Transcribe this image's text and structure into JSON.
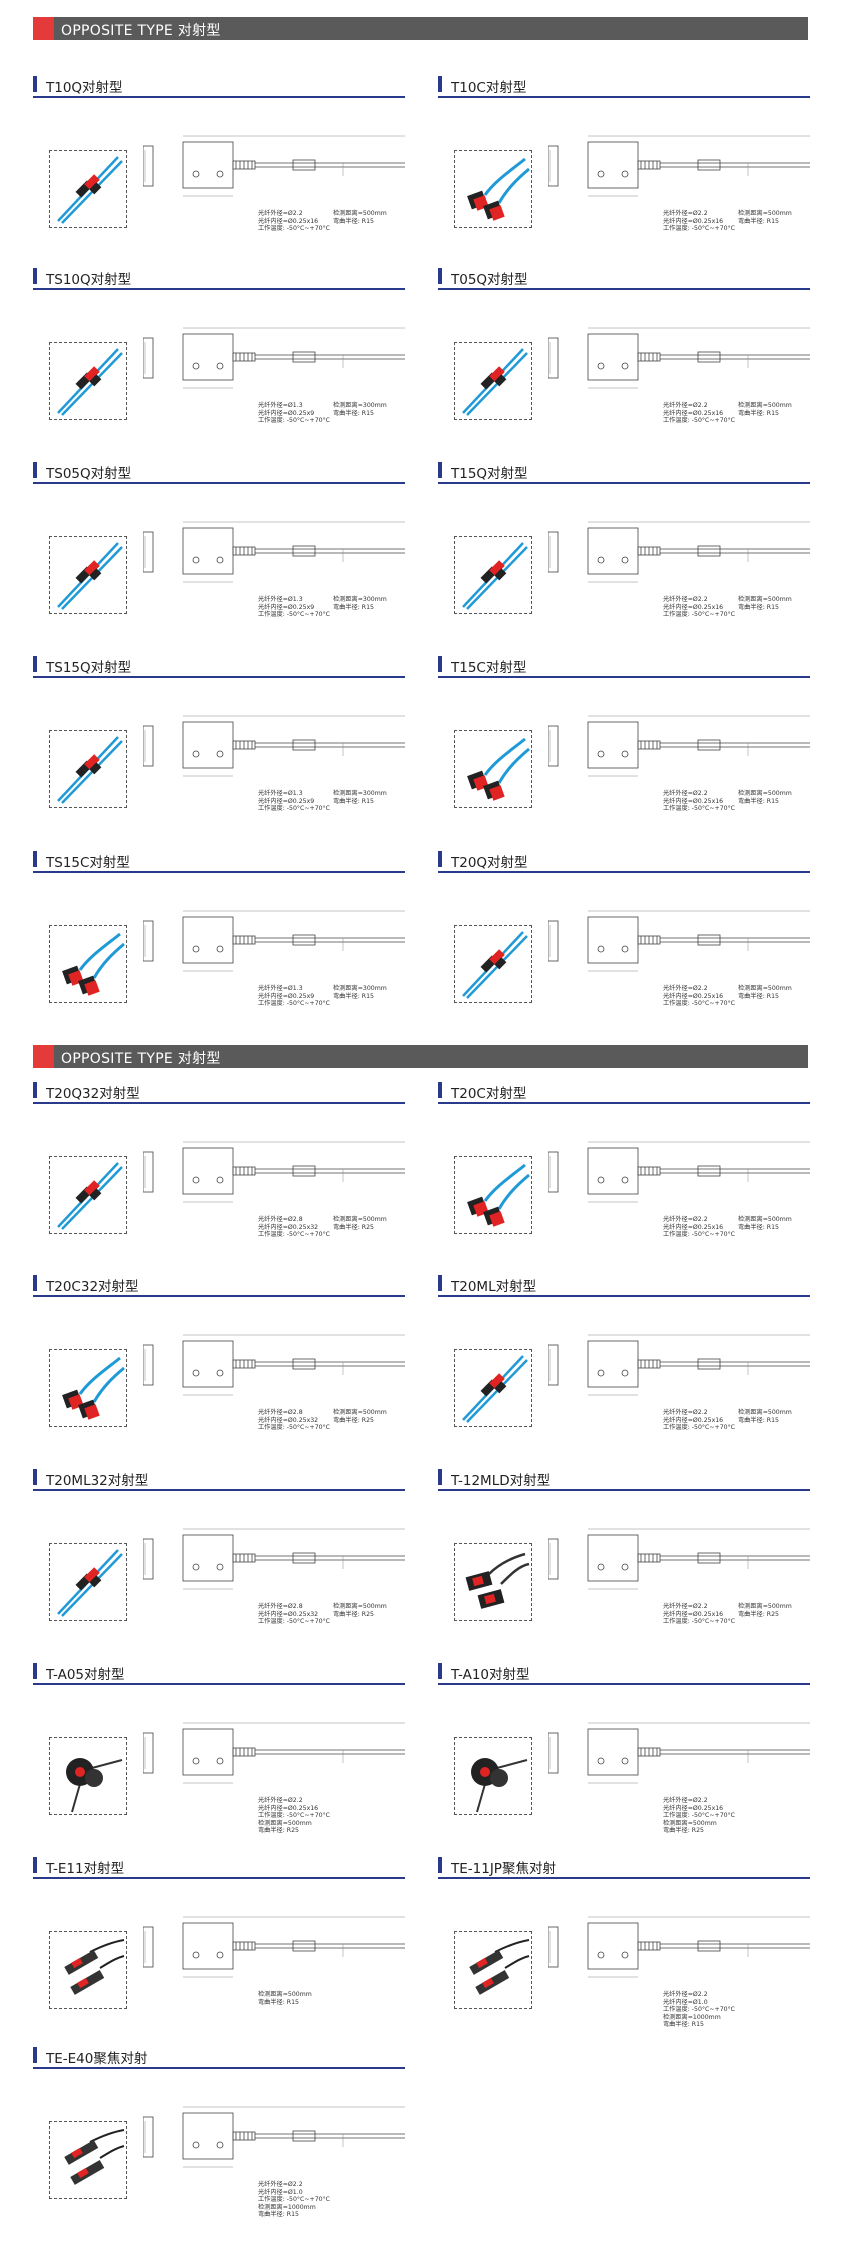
{
  "banners": [
    "OPPOSITE TYPE 对射型",
    "OPPOSITE TYPE 对射型"
  ],
  "products": [
    {
      "name": "T10Q对射型",
      "style": "straight",
      "spec": [
        "光纤外径=Ø2.2",
        "光纤内径=Ø0.25x16",
        "工作温度: -50°C~+70°C"
      ],
      "spec2": [
        "检测距离=500mm",
        "弯曲半径: R15"
      ]
    },
    {
      "name": "T10C对射型",
      "style": "bent",
      "spec": [
        "光纤外径=Ø2.2",
        "光纤内径=Ø0.25x16",
        "工作温度: -50°C~+70°C"
      ],
      "spec2": [
        "检测距离=500mm",
        "弯曲半径: R15"
      ]
    },
    {
      "name": "TS10Q对射型",
      "style": "straight",
      "spec": [
        "光纤外径=Ø1.3",
        "光纤内径=Ø0.25x9",
        "工作温度: -50°C~+70°C"
      ],
      "spec2": [
        "检测距离=300mm",
        "弯曲半径: R15"
      ]
    },
    {
      "name": "T05Q对射型",
      "style": "straight",
      "spec": [
        "光纤外径=Ø2.2",
        "光纤内径=Ø0.25x16",
        "工作温度: -50°C~+70°C"
      ],
      "spec2": [
        "检测距离=500mm",
        "弯曲半径: R15"
      ]
    },
    {
      "name": "TS05Q对射型",
      "style": "straight",
      "spec": [
        "光纤外径=Ø1.3",
        "光纤内径=Ø0.25x9",
        "工作温度: -50°C~+70°C"
      ],
      "spec2": [
        "检测距离=300mm",
        "弯曲半径: R15"
      ]
    },
    {
      "name": "T15Q对射型",
      "style": "straight",
      "spec": [
        "光纤外径=Ø2.2",
        "光纤内径=Ø0.25x16",
        "工作温度: -50°C~+70°C"
      ],
      "spec2": [
        "检测距离=500mm",
        "弯曲半径: R15"
      ]
    },
    {
      "name": "TS15Q对射型",
      "style": "straight",
      "spec": [
        "光纤外径=Ø1.3",
        "光纤内径=Ø0.25x9",
        "工作温度: -50°C~+70°C"
      ],
      "spec2": [
        "检测距离=300mm",
        "弯曲半径: R15"
      ]
    },
    {
      "name": "T15C对射型",
      "style": "bent",
      "spec": [
        "光纤外径=Ø2.2",
        "光纤内径=Ø0.25x16",
        "工作温度: -50°C~+70°C"
      ],
      "spec2": [
        "检测距离=500mm",
        "弯曲半径: R15"
      ]
    },
    {
      "name": "TS15C对射型",
      "style": "bent",
      "spec": [
        "光纤外径=Ø1.3",
        "光纤内径=Ø0.25x9",
        "工作温度: -50°C~+70°C"
      ],
      "spec2": [
        "检测距离=300mm",
        "弯曲半径: R15"
      ]
    },
    {
      "name": "T20Q对射型",
      "style": "straight",
      "spec": [
        "光纤外径=Ø2.2",
        "光纤内径=Ø0.25x16",
        "工作温度: -50°C~+70°C"
      ],
      "spec2": [
        "检测距离=500mm",
        "弯曲半径: R15"
      ]
    },
    {
      "name": "T20Q32对射型",
      "style": "straight",
      "spec": [
        "光纤外径=Ø2.8",
        "光纤内径=Ø0.25x32",
        "工作温度: -50°C~+70°C"
      ],
      "spec2": [
        "检测距离=500mm",
        "弯曲半径: R25"
      ]
    },
    {
      "name": "T20C对射型",
      "style": "bent",
      "spec": [
        "光纤外径=Ø2.2",
        "光纤内径=Ø0.25x16",
        "工作温度: -50°C~+70°C"
      ],
      "spec2": [
        "检测距离=500mm",
        "弯曲半径: R15"
      ]
    },
    {
      "name": "T20C32对射型",
      "style": "bent",
      "spec": [
        "光纤外径=Ø2.8",
        "光纤内径=Ø0.25x32",
        "工作温度: -50°C~+70°C"
      ],
      "spec2": [
        "检测距离=500mm",
        "弯曲半径: R25"
      ]
    },
    {
      "name": "T20ML对射型",
      "style": "straight",
      "spec": [
        "光纤外径=Ø2.2",
        "光纤内径=Ø0.25x16",
        "工作温度: -50°C~+70°C"
      ],
      "spec2": [
        "检测距离=500mm",
        "弯曲半径: R15"
      ]
    },
    {
      "name": "T20ML32对射型",
      "style": "straight",
      "spec": [
        "光纤外径=Ø2.8",
        "光纤内径=Ø0.25x32",
        "工作温度: -50°C~+70°C"
      ],
      "spec2": [
        "检测距离=500mm",
        "弯曲半径: R25"
      ]
    },
    {
      "name": "T-12MLD对射型",
      "style": "block",
      "spec": [
        "光纤外径=Ø2.2",
        "光纤内径=Ø0.25x16",
        "工作温度: -50°C~+70°C"
      ],
      "spec2": [
        "检测距离=500mm",
        "弯曲半径: R25"
      ]
    },
    {
      "name": "T-A05对射型",
      "style": "angle",
      "spec": [
        "光纤外径=Ø2.2",
        "光纤内径=Ø0.25x16",
        "工作温度: -50°C~+70°C",
        "检测距离=500mm",
        "弯曲半径: R25"
      ],
      "spec2": []
    },
    {
      "name": "T-A10对射型",
      "style": "angle",
      "spec": [
        "光纤外径=Ø2.2",
        "光纤内径=Ø0.25x16",
        "工作温度: -50°C~+70°C",
        "检测距离=500mm",
        "弯曲半径: R25"
      ],
      "spec2": []
    },
    {
      "name": "T-E11对射型",
      "style": "dark",
      "spec": [
        "检测距离=500mm",
        "弯曲半径: R15"
      ],
      "spec2": []
    },
    {
      "name": "TE-11JP聚焦对射",
      "style": "dark",
      "spec": [
        "光纤外径=Ø2.2",
        "光纤内径=Ø1.0",
        "工作温度: -50°C~+70°C",
        "检测距离=1000mm",
        "弯曲半径: R15"
      ],
      "spec2": []
    },
    {
      "name": "TE-E40聚焦对射",
      "style": "dark",
      "spec": [
        "光纤外径=Ø2.2",
        "光纤内径=Ø1.0",
        "工作温度: -50°C~+70°C",
        "检测距离=1000mm",
        "弯曲半径: R15"
      ],
      "spec2": []
    }
  ],
  "colors": {
    "accent_red": "#e53a3a",
    "banner_grey": "#5a5a5a",
    "rule_navy": "#2a3a8a",
    "fiber_blue": "#1f9ad6",
    "sensor_red": "#e02424"
  }
}
